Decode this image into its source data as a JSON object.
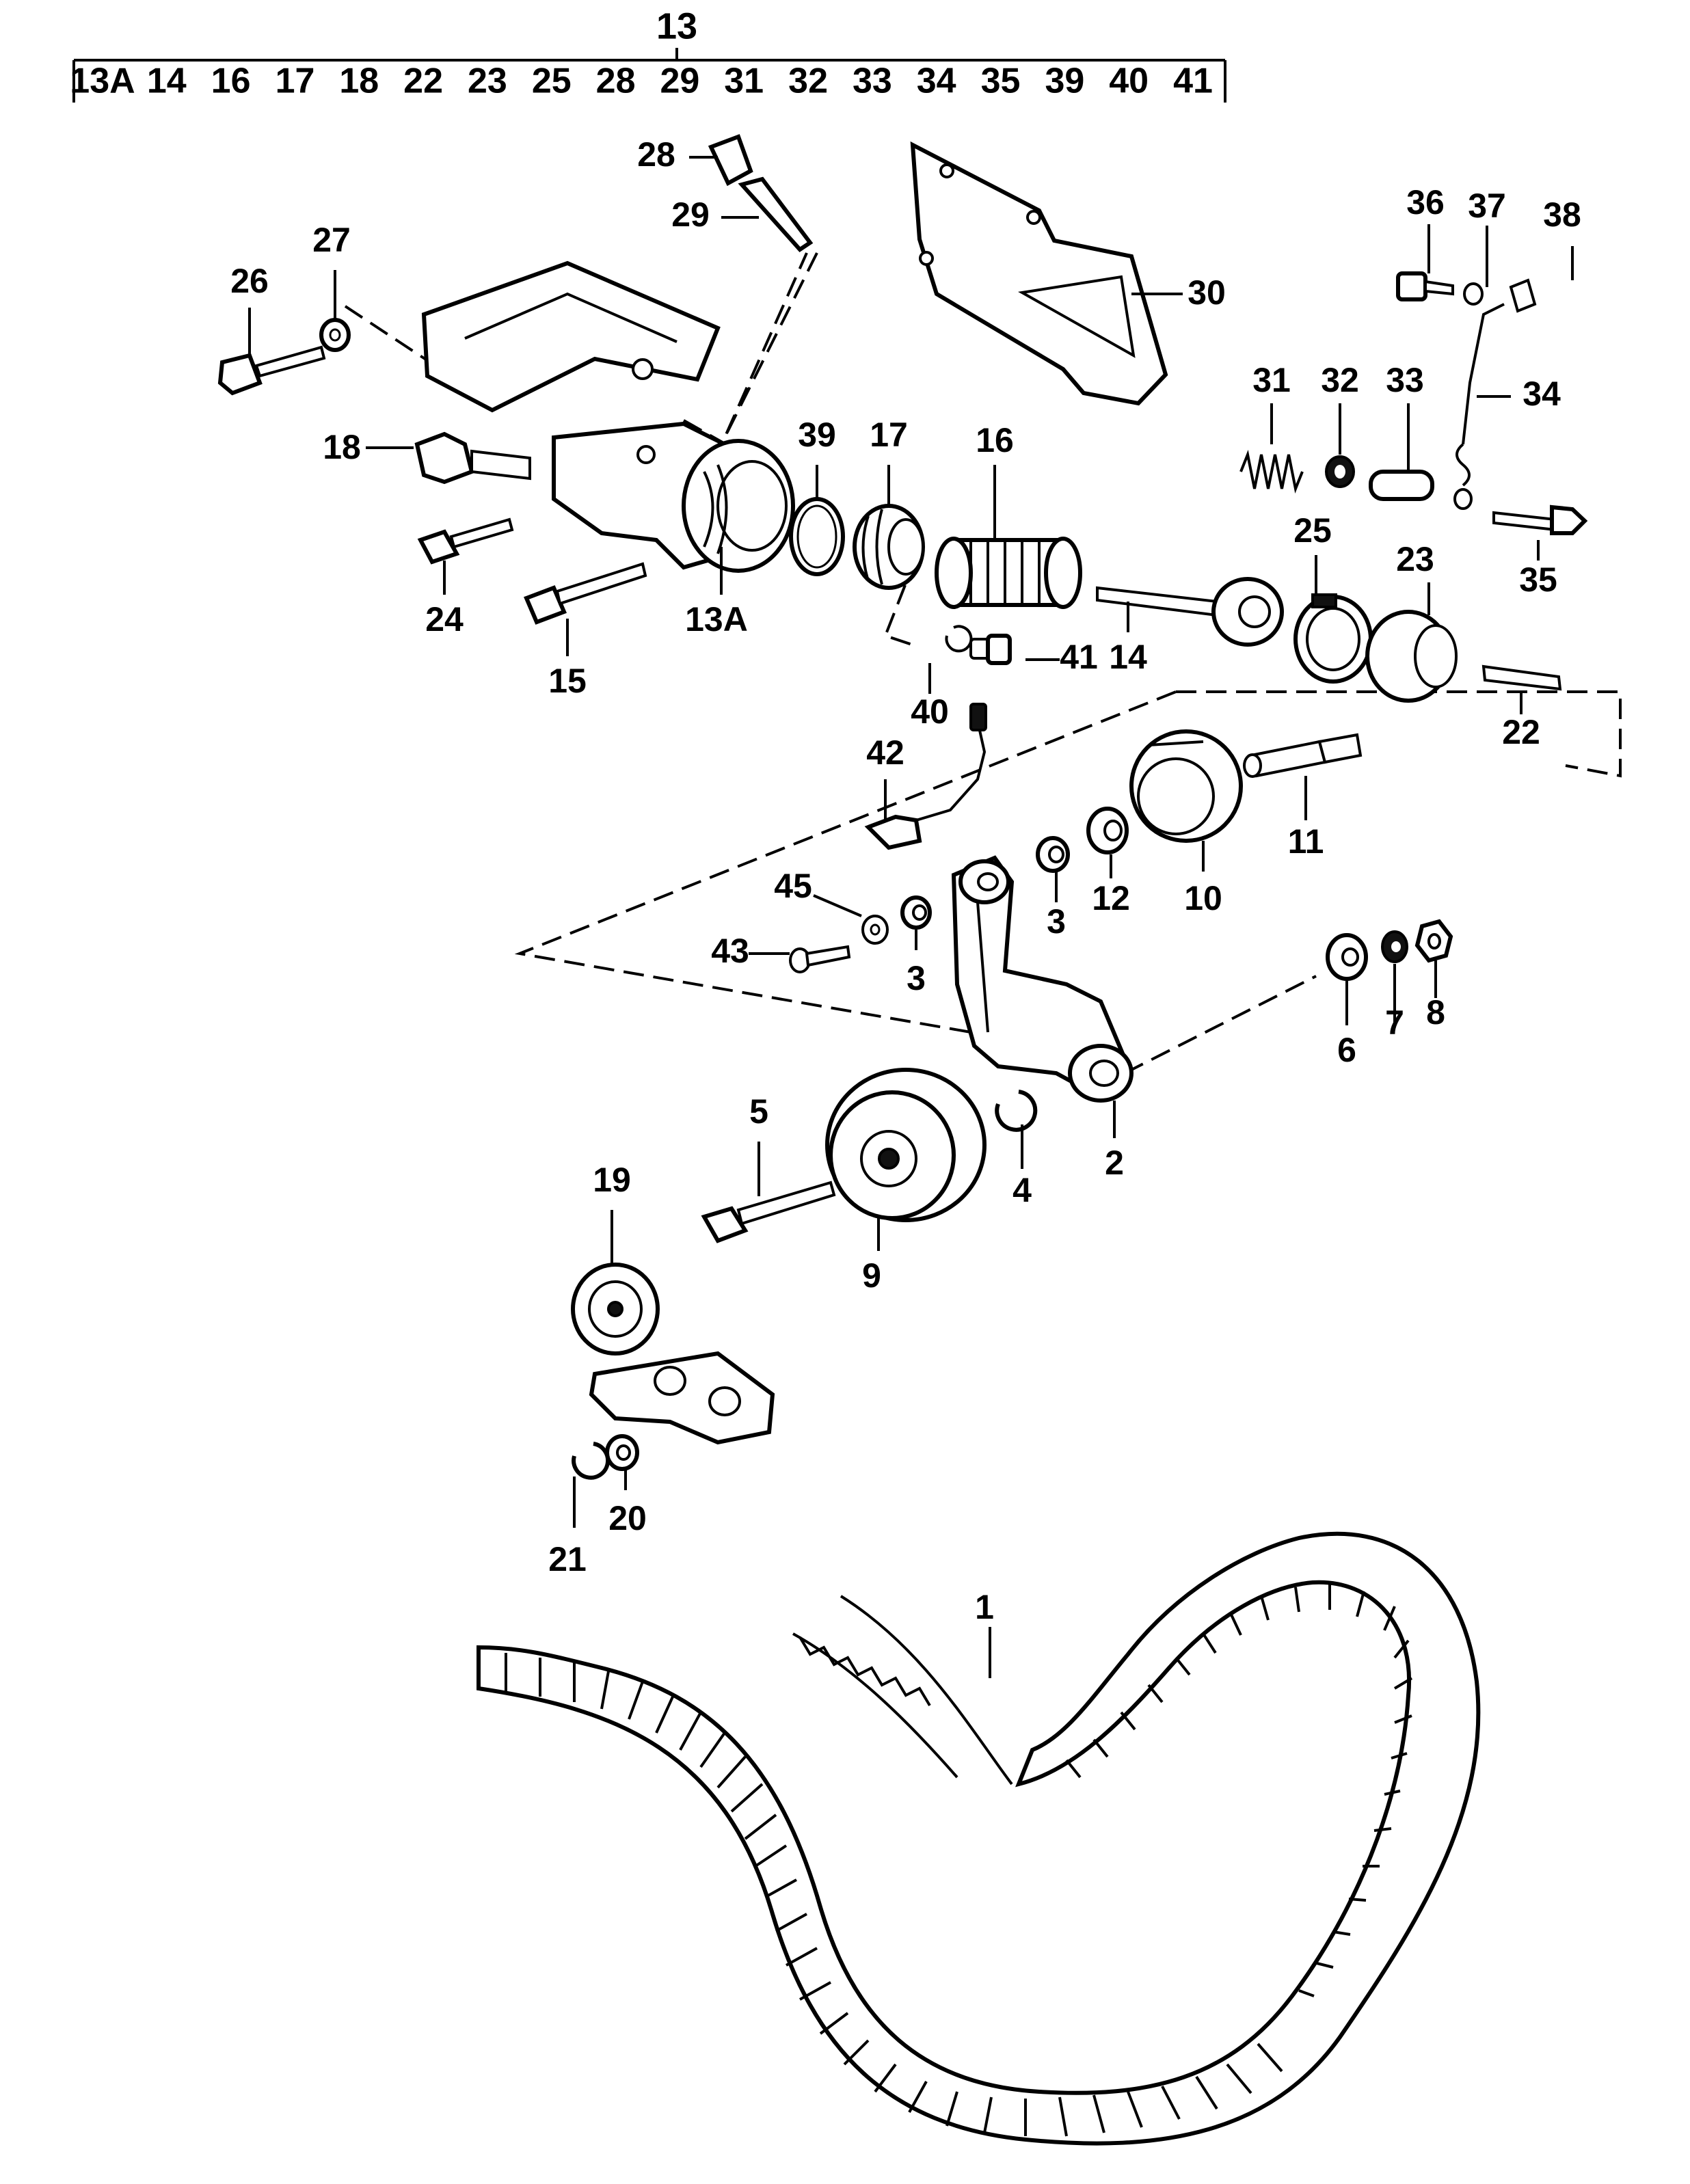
{
  "header": {
    "assembly_number": "13",
    "included_parts": [
      "13A",
      "14",
      "16",
      "17",
      "18",
      "22",
      "23",
      "25",
      "28",
      "29",
      "31",
      "32",
      "33",
      "34",
      "35",
      "39",
      "40",
      "41"
    ]
  },
  "callouts": {
    "p1": "1",
    "p2": "2",
    "p3a": "3",
    "p3b": "3",
    "p4": "4",
    "p5": "5",
    "p6": "6",
    "p7": "7",
    "p8": "8",
    "p9": "9",
    "p10": "10",
    "p11": "11",
    "p12": "12",
    "p13a": "13A",
    "p14": "14",
    "p15": "15",
    "p16": "16",
    "p17": "17",
    "p18": "18",
    "p19": "19",
    "p20": "20",
    "p21": "21",
    "p22": "22",
    "p23": "23",
    "p24": "24",
    "p25": "25",
    "p26": "26",
    "p27": "27",
    "p28": "28",
    "p29": "29",
    "p30": "30",
    "p31": "31",
    "p32": "32",
    "p33": "33",
    "p34": "34",
    "p35": "35",
    "p36": "36",
    "p37": "37",
    "p38": "38",
    "p39": "39",
    "p40": "40",
    "p41": "41",
    "p42": "42",
    "p43": "43",
    "p45": "45"
  }
}
